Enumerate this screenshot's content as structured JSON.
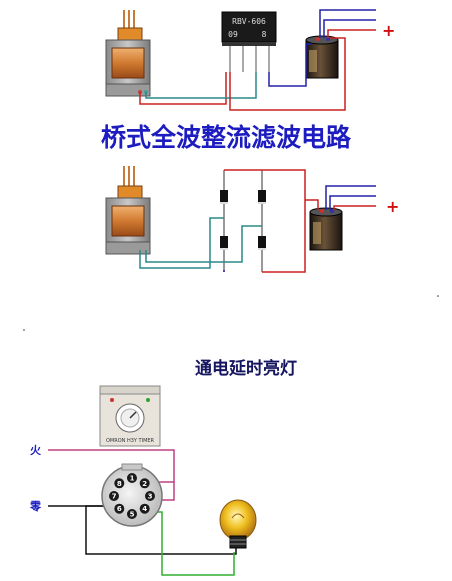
{
  "diagram1": {
    "bridge_label": "RBV-606",
    "bridge_sub_left": "09",
    "bridge_sub_right": "8",
    "plus_label": "+"
  },
  "title_main": "桥式全波整流滤波电路",
  "diagram2": {
    "plus_label": "+"
  },
  "title_sub": "通电延时亮灯",
  "diagram3": {
    "live_label": "火",
    "neutral_label": "零",
    "timer_label": "OMRON H3Y TIMER",
    "pins": [
      "1",
      "2",
      "3",
      "4",
      "5",
      "6",
      "7",
      "8"
    ]
  },
  "colors": {
    "title": "#1c1cc0",
    "wire_red": "#cc2020",
    "wire_blue": "#2020aa",
    "wire_teal": "#2a8a8a",
    "wire_magenta": "#c04080",
    "wire_green": "#30b030",
    "wire_black": "#111111"
  }
}
